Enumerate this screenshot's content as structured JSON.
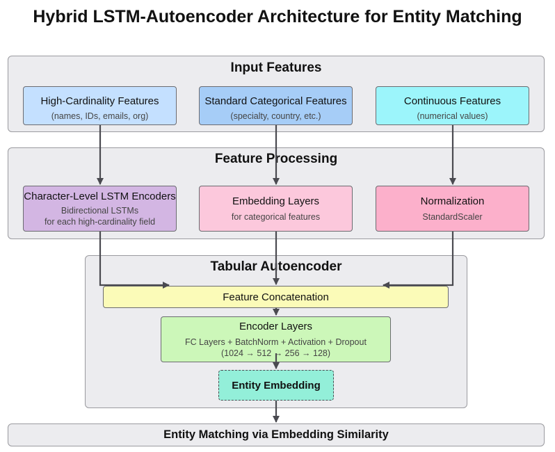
{
  "title": "Hybrid LSTM-Autoencoder Architecture for Entity Matching",
  "groups": {
    "input": "Input Features",
    "processing": "Feature Processing",
    "autoencoder": "Tabular Autoencoder",
    "output": "Entity Matching via Embedding Similarity"
  },
  "inputs": [
    {
      "label": "High-Cardinality Features",
      "sub": "(names, IDs, emails, org)",
      "color": "#c4e0ff"
    },
    {
      "label": "Standard Categorical Features",
      "sub": "(specialty, country, etc.)",
      "color": "#a6cdf7"
    },
    {
      "label": "Continuous Features",
      "sub": "(numerical values)",
      "color": "#9cf5fb"
    }
  ],
  "processing": [
    {
      "label": "Character-Level LSTM Encoders",
      "sub1": "Bidirectional LSTMs",
      "sub2": "for each high-cardinality field",
      "color": "#d3b6e3"
    },
    {
      "label": "Embedding Layers",
      "sub1": "for categorical features",
      "sub2": "",
      "color": "#fcc8dc"
    },
    {
      "label": "Normalization",
      "sub1": "StandardScaler",
      "sub2": "",
      "color": "#fcb0cb"
    }
  ],
  "concat": {
    "label": "Feature Concatenation",
    "color": "#fbfbb8"
  },
  "encoder": {
    "label": "Encoder Layers",
    "sub1": "FC Layers + BatchNorm + Activation + Dropout",
    "sub2": "(1024 → 512 → 256 → 128)",
    "color": "#ccf7b9"
  },
  "embedding": {
    "label": "Entity Embedding",
    "color": "#93efd9"
  }
}
